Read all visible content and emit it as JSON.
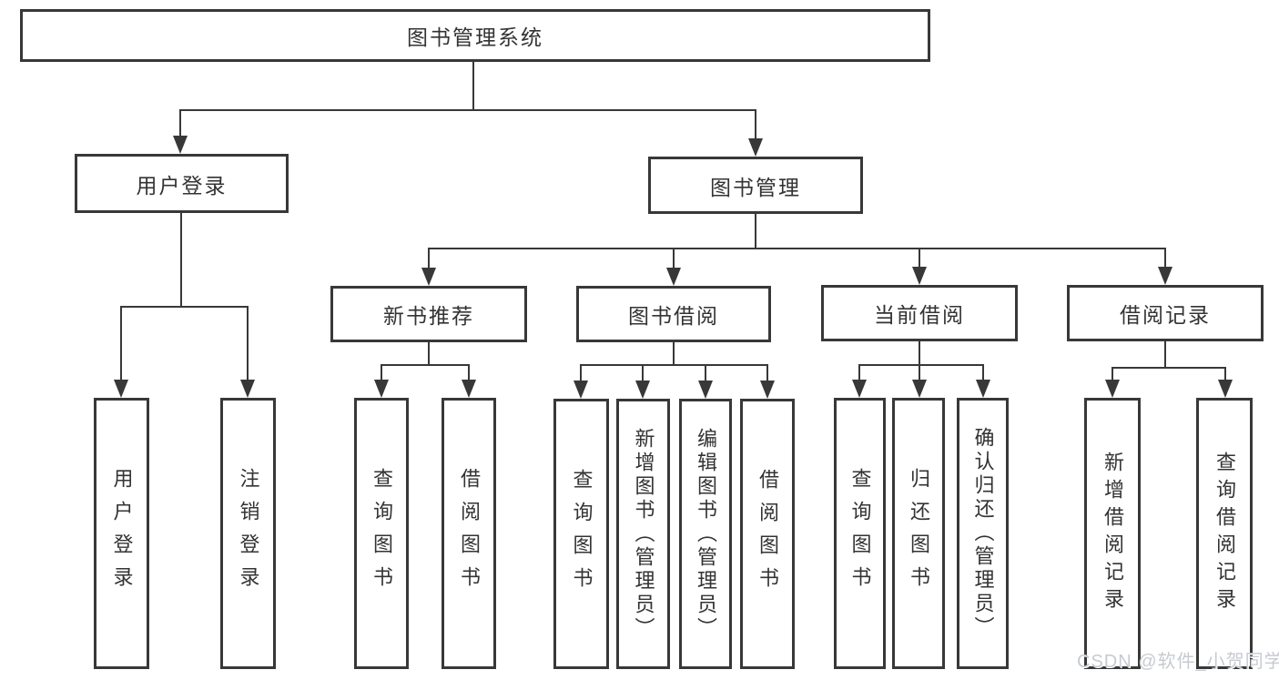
{
  "colors": {
    "line": "#383838",
    "text": "#333333",
    "background": "#ffffff",
    "watermark": "#c6cbd1"
  },
  "tree": {
    "root": {
      "label": "图书管理系统"
    },
    "user_login": {
      "label": "用户登录",
      "children": [
        {
          "label": "用户登录"
        },
        {
          "label": "注销登录"
        }
      ]
    },
    "book_management": {
      "label": "图书管理",
      "sections": [
        {
          "label": "新书推荐",
          "children": [
            {
              "label": "查询图书"
            },
            {
              "label": "借阅图书"
            }
          ]
        },
        {
          "label": "图书借阅",
          "children": [
            {
              "label": "查询图书"
            },
            {
              "label": "新增图书（管理员）"
            },
            {
              "label": "编辑图书（管理员）"
            },
            {
              "label": "借阅图书"
            }
          ]
        },
        {
          "label": "当前借阅",
          "children": [
            {
              "label": "查询图书"
            },
            {
              "label": "归还图书"
            },
            {
              "label": "确认归还（管理员）"
            }
          ]
        },
        {
          "label": "借阅记录",
          "children": [
            {
              "label": "新增借阅记录"
            },
            {
              "label": "查询借阅记录"
            }
          ]
        }
      ]
    }
  },
  "watermark": {
    "text": "CSDN @软件_小贺同学"
  }
}
